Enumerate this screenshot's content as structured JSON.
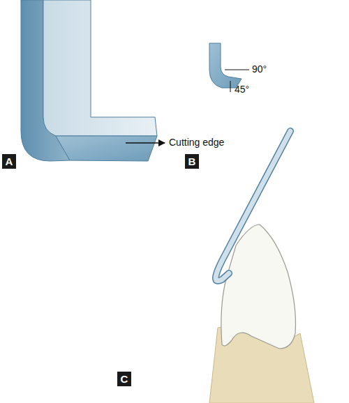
{
  "diagram": {
    "nodes": [
      {
        "text": [
          "A"
        ]
      },
      {
        "text": [
          "B"
        ]
      },
      {
        "text": [
          "C"
        ]
      }
    ],
    "labels": [
      "Cutting edge",
      "90°",
      "45°"
    ]
  }
}
